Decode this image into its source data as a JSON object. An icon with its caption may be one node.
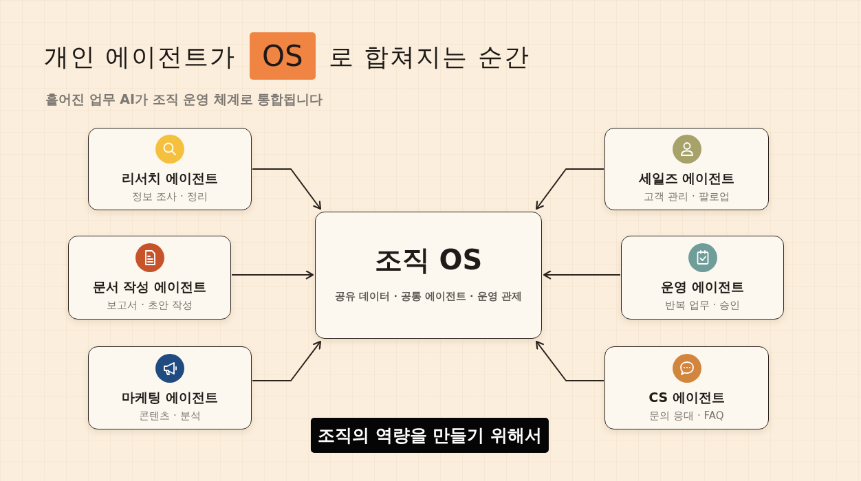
{
  "diagram": {
    "title": "개인 에이전트가 **OS** 로 합쳐지는 순간",
    "nodes": [
      {
        "text": [
          "리서치 에이전트",
          "정보 조사 · 정리"
        ]
      },
      {
        "text": [
          "세일즈 에이전트",
          "고객 관리 · 팔로업"
        ]
      },
      {
        "text": [
          "문서 작성 에이전트",
          "보고서 · 초안 작성"
        ]
      },
      {
        "text": [
          "조직 OS",
          "공유 데이터 · 공통 에이전트 · 운영 관제"
        ]
      },
      {
        "text": [
          "운영 에이전트",
          "반복 업무 · 승인"
        ]
      },
      {
        "text": [
          "마케팅 에이전트",
          "콘텐츠 · 분석"
        ]
      },
      {
        "text": [
          "CS 에이전트",
          "문의 응대 · FAQ"
        ]
      }
    ],
    "edges": [
      {
        "from": 0,
        "to": 3,
        "arrow": "to"
      },
      {
        "from": 1,
        "to": 3,
        "arrow": "to"
      },
      {
        "from": 2,
        "to": 3,
        "arrow": "to"
      },
      {
        "from": 4,
        "to": 3,
        "arrow": "to"
      },
      {
        "from": 5,
        "to": 3,
        "arrow": "to"
      },
      {
        "from": 6,
        "to": 3,
        "arrow": "to"
      }
    ],
    "labels": [
      "흩어진 업무 AI가 조직 운영 체계로 통합됩니다",
      "조직의 역량을 만들기 위해서"
    ]
  }
}
